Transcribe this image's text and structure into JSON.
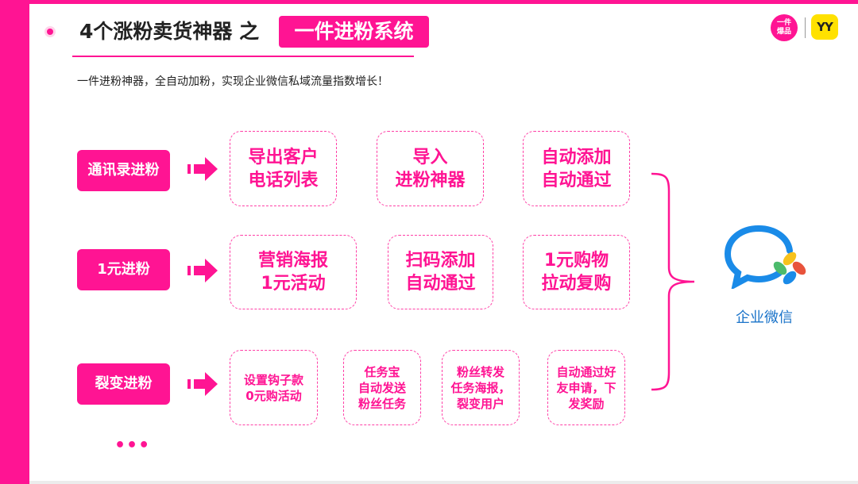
{
  "header": {
    "title": "4个涨粉卖货神器 之",
    "highlight": "一件进粉系统",
    "subtitle": "一件进粉神器，全自动加粉，实现企业微信私域流量指数增长！"
  },
  "logos": {
    "brand_line1": "一件",
    "brand_line2": "爆品",
    "partner": "YY"
  },
  "rows": [
    {
      "label": "通讯录进粉",
      "steps": [
        [
          "导出客户",
          "电话列表"
        ],
        [
          "导入",
          "进粉神器"
        ],
        [
          "自动添加",
          "自动通过"
        ]
      ]
    },
    {
      "label": "1元进粉",
      "steps": [
        [
          "营销海报",
          "1元活动"
        ],
        [
          "扫码添加",
          "自动通过"
        ],
        [
          "1元购物",
          "拉动复购"
        ]
      ]
    },
    {
      "label": "裂变进粉",
      "steps": [
        [
          "设置钩子款",
          "0元购活动"
        ],
        [
          "任务宝",
          "自动发送",
          "粉丝任务"
        ],
        [
          "粉丝转发",
          "任务海报，",
          "裂变用户"
        ],
        [
          "自动通过好",
          "友申请，下",
          "发奖励"
        ]
      ]
    }
  ],
  "target": {
    "label": "企业微信",
    "icon": "wecom-logo-icon"
  },
  "more": "•••",
  "colors": {
    "accent": "#ff1493",
    "wecom_blue": "#1a73c9"
  }
}
